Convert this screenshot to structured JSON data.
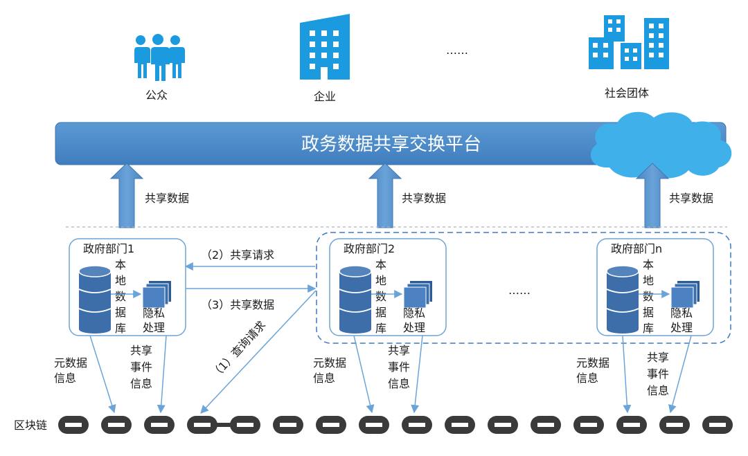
{
  "top": {
    "public": "公众",
    "enterprise": "企业",
    "ellipsis": "……",
    "social": "社会团体"
  },
  "platform": {
    "title": "政务数据共享交换平台"
  },
  "arrows": {
    "share_data_1": "共享数据",
    "share_data_2": "共享数据",
    "share_data_3": "共享数据"
  },
  "departments": [
    {
      "title": "政府部门1",
      "db_chars": [
        "本",
        "地",
        "数",
        "据",
        "库"
      ],
      "privacy_lines": [
        "隐私",
        "处理"
      ]
    },
    {
      "title": "政府部门2",
      "db_chars": [
        "本",
        "地",
        "数",
        "据",
        "库"
      ],
      "privacy_lines": [
        "隐私",
        "处理"
      ]
    },
    {
      "title": "政府部门n",
      "db_chars": [
        "本",
        "地",
        "数",
        "据",
        "库"
      ],
      "privacy_lines": [
        "隐私",
        "处理"
      ]
    }
  ],
  "middle_ellipsis": "……",
  "flows": {
    "request": "（2）共享请求",
    "share_data": "（3）共享数据",
    "query": "（1）查询请求"
  },
  "bottom_labels": [
    {
      "meta": [
        "元数据",
        "信息"
      ],
      "event": [
        "共享",
        "事件",
        "信息"
      ]
    },
    {
      "meta": [
        "元数据",
        "信息"
      ],
      "event": [
        "共享",
        "事件",
        "信息"
      ]
    },
    {
      "meta": [
        "元数据",
        "信息"
      ],
      "event": [
        "共享",
        "事件",
        "信息"
      ]
    }
  ],
  "blockchain": {
    "label": "区块链"
  },
  "colors": {
    "icon_blue": "#1B9AE0",
    "platform_fill": "#4C8CC9",
    "arrow_fill": "#5B96CC",
    "db_fill": "#3D6EA9",
    "cloud_fill": "#3FB0EA",
    "thin_line": "#6AA4D8",
    "chain_fill": "#3A3A3A"
  }
}
